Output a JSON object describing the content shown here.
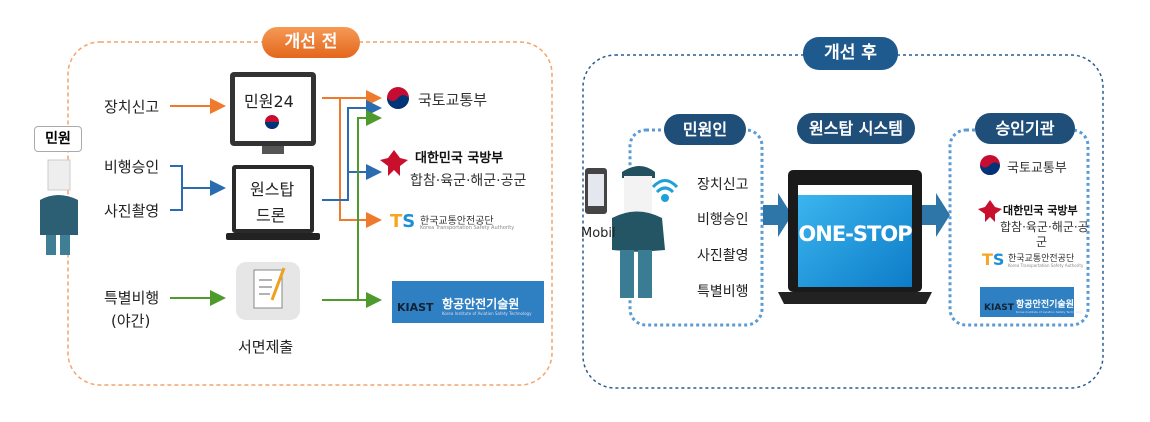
{
  "before": {
    "title": "개선 전",
    "applicant_label": "민원",
    "items": [
      "장치신고",
      "비행승인",
      "사진촬영",
      "특별비행",
      "(야간)"
    ],
    "channels": {
      "minwon24": "민원24",
      "onestop_1": "원스탑",
      "onestop_2": "드론",
      "paper": "서면제출"
    },
    "agencies": {
      "molit": "국토교통부",
      "mnd_1": "대한민국 국방부",
      "mnd_2": "합참·육군·해군·공군",
      "ts": "한국교통안전공단",
      "ts_en": "Korea Transportation Safety Authority",
      "kiast": "항공안전기술원",
      "kiast_en": "Korea Institute of Aviation Safety Technology"
    }
  },
  "after": {
    "title": "개선 후",
    "applicant_title": "민원인",
    "mobile_label": "Mobil",
    "items": [
      "장치신고",
      "비행승인",
      "사진촬영",
      "특별비행"
    ],
    "system_title": "원스탑 시스템",
    "screen_text": "ONE-STOP",
    "approval_title": "승인기관",
    "agencies": {
      "molit": "국토교통부",
      "mnd_1": "대한민국 국방부",
      "mnd_2": "합참·육군·해군·공",
      "mnd_3": "군",
      "ts": "한국교통안전공단",
      "ts_en": "Korea Transportation Safety Authority",
      "kiast": "항공안전기술원",
      "kiast_en": "Korea Institute of Aviation Safety Technology"
    }
  },
  "colors": {
    "orange": "#f07a2b",
    "blue": "#1f5a8e",
    "green": "#4e9a2c",
    "arrow_blue": "#2b6cb0"
  }
}
